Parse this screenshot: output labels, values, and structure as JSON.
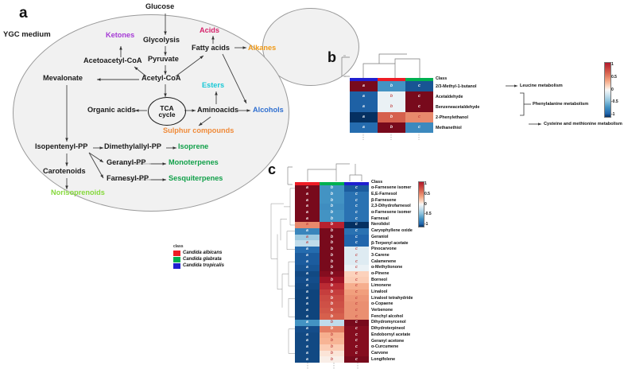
{
  "figure": {
    "panel_a_label": "a",
    "panel_b_label": "b",
    "panel_c_label": "c",
    "medium_label": "YGC medium"
  },
  "panel_a": {
    "nodes": [
      {
        "id": "glucose",
        "text": "Glucose",
        "color": "black"
      },
      {
        "id": "glycolysis",
        "text": "Glycolysis",
        "color": "black"
      },
      {
        "id": "pyruvate",
        "text": "Pyruvate",
        "color": "black"
      },
      {
        "id": "acetyl-coa",
        "text": "Acetyl-CoA",
        "color": "black"
      },
      {
        "id": "acetoacetyl-coa",
        "text": "Acetoacetyl-CoA",
        "color": "black"
      },
      {
        "id": "mevalonate",
        "text": "Mevalonate",
        "color": "black"
      },
      {
        "id": "organic-acids",
        "text": "Organic acids",
        "color": "black"
      },
      {
        "id": "tca-cycle",
        "text": "TCA cycle",
        "color": "black"
      },
      {
        "id": "aminoacids",
        "text": "Aminoacids",
        "color": "black"
      },
      {
        "id": "fatty-acids",
        "text": "Fatty acids",
        "color": "black"
      },
      {
        "id": "isopentenyl-pp",
        "text": "Isopentenyl-PP",
        "color": "black"
      },
      {
        "id": "dimethylallyl-pp",
        "text": "Dimethylallyl-PP",
        "color": "black"
      },
      {
        "id": "geranyl-pp",
        "text": "Geranyl-PP",
        "color": "black"
      },
      {
        "id": "farnesyl-pp",
        "text": "Farnesyl-PP",
        "color": "black"
      },
      {
        "id": "carotenoids",
        "text": "Carotenoids",
        "color": "black"
      },
      {
        "id": "ketones",
        "text": "Ketones",
        "color": "#a63bd6"
      },
      {
        "id": "acids",
        "text": "Acids",
        "color": "#d6236b"
      },
      {
        "id": "alkanes",
        "text": "Alkanes",
        "color": "#f09a18"
      },
      {
        "id": "esters",
        "text": "Esters",
        "color": "#18c8d6"
      },
      {
        "id": "alcohols",
        "text": "Alcohols",
        "color": "#2f6fd0"
      },
      {
        "id": "sulphur-compounds",
        "text": "Sulphur compounds",
        "color": "#f08b3a"
      },
      {
        "id": "isoprene",
        "text": "Isoprene",
        "color": "#12a04a"
      },
      {
        "id": "monoterpenes",
        "text": "Monoterpenes",
        "color": "#12a04a"
      },
      {
        "id": "sesquiterpenes",
        "text": "Sesquiterpenes",
        "color": "#12a04a"
      },
      {
        "id": "norisoprenoids",
        "text": "Norisoprenoids",
        "color": "#86d93c"
      }
    ],
    "tca_line1": "TCA",
    "tca_line2": "cycle"
  },
  "class_legend": {
    "title": "class",
    "items": [
      {
        "color": "#ee1c25",
        "name": "Candida albicans"
      },
      {
        "color": "#00b050",
        "name": "Candida glabrata"
      },
      {
        "color": "#2020d0",
        "name": "Candida tropicalis"
      }
    ]
  },
  "panel_b": {
    "class_row_label": "Class",
    "class_colors": [
      "#2020d0",
      "#ee1c25",
      "#00b050"
    ],
    "column_letters": [
      "a",
      "b",
      "c"
    ],
    "rows": [
      {
        "name": "2/3-Methyl-1-butanol",
        "values": [
          1.0,
          -0.55,
          -0.85
        ]
      },
      {
        "name": "Acetaldehyde",
        "values": [
          -0.8,
          -0.05,
          1.0
        ]
      },
      {
        "name": "Benzeneacetaldehyde",
        "values": [
          -0.8,
          -0.05,
          1.0
        ]
      },
      {
        "name": "2-Phenylethanol",
        "values": [
          -1.0,
          0.55,
          0.42
        ]
      },
      {
        "name": "Methanethiol",
        "values": [
          -0.75,
          1.0,
          -0.6
        ]
      }
    ],
    "annotations": [
      {
        "text": "Leucine metabolism",
        "rows": [
          0
        ],
        "connector": "arrow"
      },
      {
        "text": "Phenylalanine metabolism",
        "rows": [
          1,
          2,
          3
        ],
        "connector": "bracket"
      },
      {
        "text": "Cysteine and methionine metabolism",
        "rows": [
          4
        ],
        "connector": "arrow"
      }
    ],
    "scale_ticks": [
      "1",
      "0.5",
      "0",
      "-0.5",
      "-1"
    ]
  },
  "panel_c": {
    "class_row_label": "Class",
    "class_colors": [
      "#ee1c25",
      "#00b050",
      "#2020d0"
    ],
    "column_letters": [
      "a",
      "b",
      "c"
    ],
    "rows": [
      {
        "name": "α-Farnesene isomer",
        "values": [
          1.0,
          -0.55,
          -0.82
        ]
      },
      {
        "name": "E,E-Farnesol",
        "values": [
          1.0,
          -0.55,
          -0.72
        ]
      },
      {
        "name": "β-Farnesene",
        "values": [
          1.0,
          -0.55,
          -0.72
        ]
      },
      {
        "name": "2,3-Dihydrofarnesol",
        "values": [
          1.0,
          -0.58,
          -0.72
        ]
      },
      {
        "name": "α-Farnesene isomer",
        "values": [
          1.0,
          -0.55,
          -0.72
        ]
      },
      {
        "name": "Farnesal",
        "values": [
          1.0,
          -0.55,
          -0.72
        ]
      },
      {
        "name": "Nerolidol",
        "values": [
          0.42,
          0.75,
          -1.0
        ]
      },
      {
        "name": "Caryophyllene oxide",
        "values": [
          -0.62,
          1.0,
          -0.72
        ]
      },
      {
        "name": "Geraniol",
        "values": [
          -0.3,
          1.0,
          -0.78
        ]
      },
      {
        "name": "β-Terpenyl acetate",
        "values": [
          -0.2,
          1.0,
          -0.78
        ]
      },
      {
        "name": "Pinocarvone",
        "values": [
          -0.75,
          1.0,
          -0.1
        ]
      },
      {
        "name": "3-Carene",
        "values": [
          -0.82,
          1.0,
          -0.1
        ]
      },
      {
        "name": "Calamenene",
        "values": [
          -0.82,
          1.0,
          -0.1
        ]
      },
      {
        "name": "α-Methylionone",
        "values": [
          -0.85,
          1.0,
          -0.05
        ]
      },
      {
        "name": "α-Pinene",
        "values": [
          -0.9,
          0.95,
          0.18
        ]
      },
      {
        "name": "Borneol",
        "values": [
          -0.88,
          0.85,
          0.2
        ]
      },
      {
        "name": "Limonene",
        "values": [
          -0.9,
          0.72,
          0.3
        ]
      },
      {
        "name": "Linalool",
        "values": [
          -0.92,
          0.66,
          0.35
        ]
      },
      {
        "name": "Linalool tetrahydride",
        "values": [
          -0.92,
          0.62,
          0.38
        ]
      },
      {
        "name": "α-Copaene",
        "values": [
          -0.92,
          0.6,
          0.4
        ]
      },
      {
        "name": "Verbenone",
        "values": [
          -0.92,
          0.58,
          0.4
        ]
      },
      {
        "name": "Fenchyl alcohol",
        "values": [
          -0.92,
          0.55,
          0.4
        ]
      },
      {
        "name": "Dihydromyrcenol",
        "values": [
          -0.55,
          -0.2,
          1.0
        ]
      },
      {
        "name": "Dihydroterpineol",
        "values": [
          -0.88,
          0.45,
          0.95
        ]
      },
      {
        "name": "Endobornyl acetate",
        "values": [
          -0.9,
          0.3,
          0.95
        ]
      },
      {
        "name": "Geranyl acetone",
        "values": [
          -0.9,
          0.28,
          0.95
        ]
      },
      {
        "name": "α-Curcumene",
        "values": [
          -0.9,
          0.2,
          0.95
        ]
      },
      {
        "name": "Carvone",
        "values": [
          -0.9,
          0.1,
          0.95
        ]
      },
      {
        "name": "Longifolene",
        "values": [
          -0.9,
          0.05,
          1.0
        ]
      }
    ],
    "scale_ticks": [
      "1",
      "0.5",
      "0",
      "-0.5",
      "-1"
    ]
  }
}
